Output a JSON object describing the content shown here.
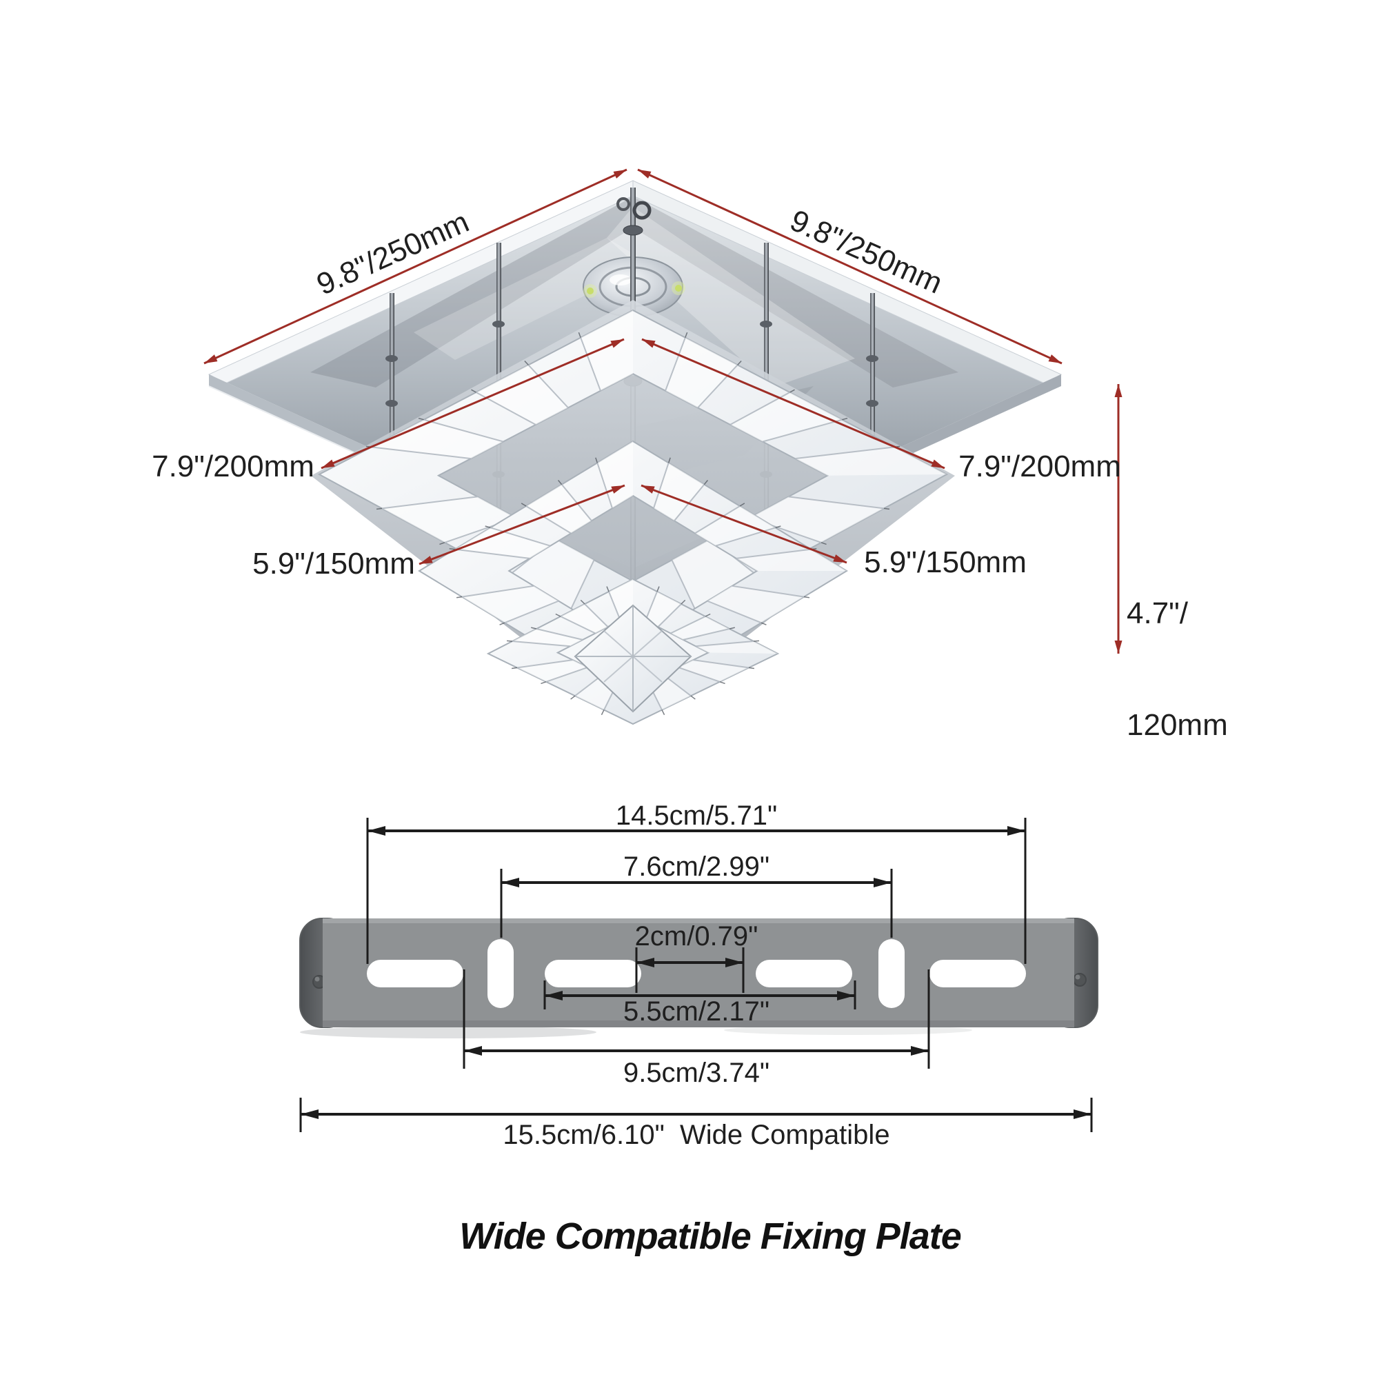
{
  "fixture": {
    "dim_top_left": "9.8\"/250mm",
    "dim_top_right": "9.8\"/250mm",
    "dim_mid_left": "7.9\"/200mm",
    "dim_mid_right": "7.9\"/200mm",
    "dim_lower_left": "5.9\"/150mm",
    "dim_lower_right": "5.9\"/150mm",
    "dim_height_line1": "4.7\"/",
    "dim_height_line2": "120mm"
  },
  "fixing_plate": {
    "dim_slot_span": "14.5cm/5.71\"",
    "dim_oval_span": "7.6cm/2.99\"",
    "dim_center_gap": "2cm/0.79\"",
    "dim_inner_slots": "5.5cm/2.17\"",
    "dim_outer_slots": "9.5cm/3.74\"",
    "dim_total_width": "15.5cm/6.10\"  Wide Compatible",
    "caption": "Wide Compatible Fixing Plate"
  },
  "colors": {
    "dimension_red": "#9e2d26",
    "dimension_text": "#1f1f1f",
    "drawing_black": "#1c1c1c",
    "plate_gray": "#8f9294"
  }
}
